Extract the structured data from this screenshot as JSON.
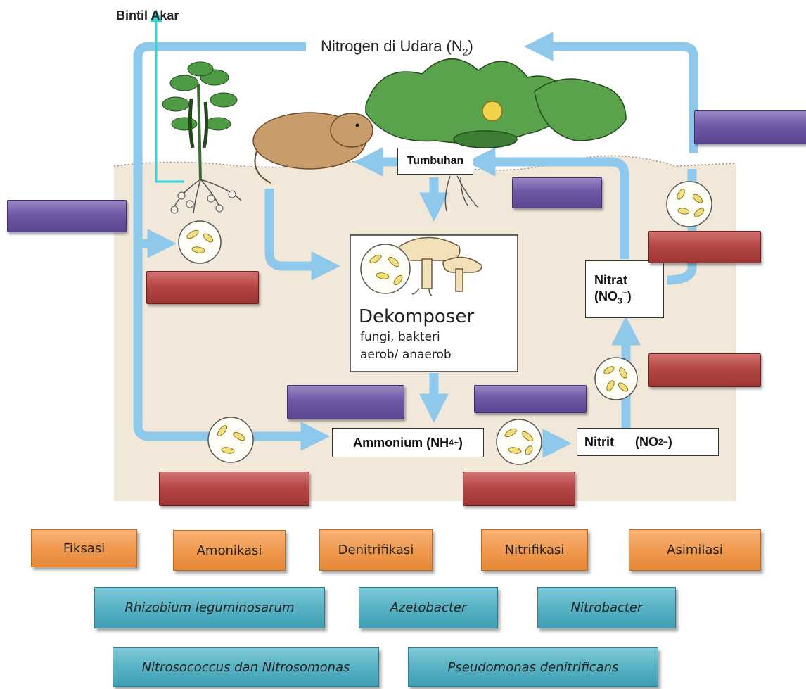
{
  "labels": {
    "bintil_akar": "Bintil Akar",
    "nitrogen_udara_main": "Nitrogen di Udara (N",
    "nitrogen_udara_sub": "2",
    "nitrogen_udara_end": ")",
    "tumbuhan": "Tumbuhan",
    "dekomposer_title": "Dekomposer",
    "dekomposer_line1": "fungi, bakteri",
    "dekomposer_line2": "aerob/ anaerob",
    "ammonium_main": "Ammonium (NH",
    "ammonium_sub": "4",
    "ammonium_sup": "+",
    "ammonium_end": ")",
    "nitrit_main": "Nitrit",
    "nitrit_formula": "(NO",
    "nitrit_sub": "2",
    "nitrit_sup": "−",
    "nitrit_end": ")",
    "nitrat_main": "Nitrat",
    "nitrat_formula": "(NO",
    "nitrat_sub": "3",
    "nitrat_sup": "−",
    "nitrat_end": ")"
  },
  "process_options": [
    "Fiksasi",
    "Amonikasi",
    "Denitrifikasi",
    "Nitrifikasi",
    "Asimilasi"
  ],
  "organism_options": [
    "Rhizobium leguminosarum",
    "Azetobacter",
    "Nitrobacter",
    "Nitrosococcus dan Nitrosomonas",
    "Pseudomonas denitrificans"
  ],
  "colors": {
    "arrow": "#8ec8ea",
    "root_arrow": "#33d6d6",
    "soil": "#f1e8da",
    "slot_purple": "#6f58a6",
    "slot_red": "#b54746",
    "chip_orange": "#f09a4f",
    "chip_teal": "#57b2c4"
  }
}
